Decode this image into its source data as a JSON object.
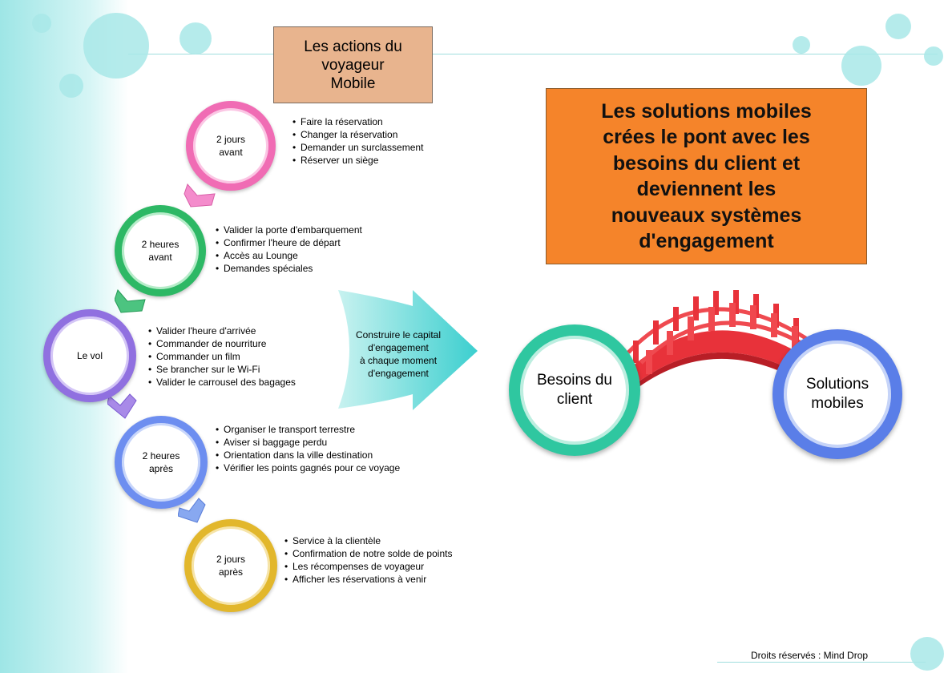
{
  "title": [
    "Les actions du",
    "voyageur",
    "Mobile"
  ],
  "headline": [
    "Les solutions mobiles",
    "crées le pont avec les",
    "besoins du client et",
    "deviennent les",
    "nouveaux systèmes",
    "d'engagement"
  ],
  "stages": [
    {
      "label": [
        "2 jours",
        "avant"
      ],
      "color": "#f06cb4",
      "actions": [
        "Faire la réservation",
        "Changer la réservation",
        "Demander un surclassement",
        "Réserver un siège"
      ]
    },
    {
      "label": [
        "2 heures",
        "avant"
      ],
      "color": "#2db865",
      "actions": [
        "Valider la porte d'embarquement",
        "Confirmer l'heure de départ",
        "Accès au Lounge",
        "Demandes spéciales"
      ]
    },
    {
      "label": [
        "Le vol"
      ],
      "color": "#9070e0",
      "actions": [
        "Valider l'heure d'arrivée",
        "Commander de nourriture",
        "Commander un film",
        "Se brancher sur le Wi-Fi",
        "Valider le carrousel des bagages"
      ]
    },
    {
      "label": [
        "2 heures",
        "après"
      ],
      "color": "#6d8ef0",
      "actions": [
        "Organiser le transport terrestre",
        "Aviser si baggage perdu",
        "Orientation dans la ville destination",
        "Vérifier les points gagnés pour ce voyage"
      ]
    },
    {
      "label": [
        "2 jours",
        "après"
      ],
      "color": "#e2b72c",
      "actions": [
        "Service à la clientèle",
        "Confirmation de notre solde de points",
        "Les récompenses de voyageur",
        "Afficher les réservations à venir"
      ]
    }
  ],
  "arrow_text": [
    "Construire le capital",
    "d'engagement",
    "à chaque moment",
    "d'engagement"
  ],
  "bridge": {
    "left": [
      "Besoins du",
      "client"
    ],
    "right": [
      "Solutions",
      "mobiles"
    ],
    "left_color": "#2fc7a0",
    "right_color": "#5a7ee8",
    "bridge_color": "#e8323a"
  },
  "copyright": "Droits réservés : Mind Drop"
}
